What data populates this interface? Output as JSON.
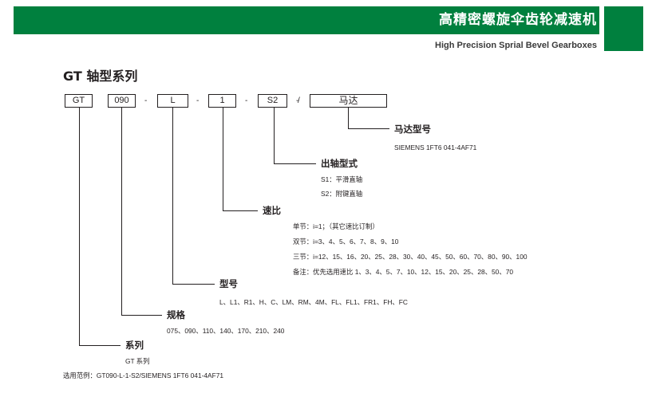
{
  "header": {
    "title": "高精密螺旋伞齿轮减速机",
    "subtitle": "High Precision Sprial Bevel Gearboxes",
    "accent_color": "#00803e"
  },
  "section_title": "GT 轴型系列",
  "code_parts": [
    "GT",
    "090",
    "L",
    "1",
    "S2",
    "马达"
  ],
  "separators": [
    "-",
    "-",
    "-",
    "-",
    "/"
  ],
  "motor": {
    "label": "马达型号",
    "lines": [
      "SIEMENS 1FT6 041-4AF71"
    ]
  },
  "shaft": {
    "label": "出轴型式",
    "lines": [
      "S1：平滑直轴",
      "S2：附键直轴"
    ]
  },
  "ratio": {
    "label": "速比",
    "lines": [
      "单节：i=1；（其它速比订制）",
      "双节：i=3、4、5、6、7、8、9、10",
      "三节：i=12、15、16、20、25、28、30、40、45、50、60、70、80、90、100",
      "备注：优先选用速比 1、3、4、5、7、10、12、15、20、25、28、50、70"
    ]
  },
  "model": {
    "label": "型号",
    "lines": [
      "L、L1、R1、H、C、LM、RM、4M、FL、FL1、FR1、FH、FC"
    ]
  },
  "spec": {
    "label": "规格",
    "lines": [
      "075、090、110、140、170、210、240"
    ]
  },
  "series": {
    "label": "系列",
    "lines": [
      "GT 系列"
    ]
  },
  "example": "选用范例：GT090-L-1-S2/SIEMENS 1FT6 041-4AF71"
}
